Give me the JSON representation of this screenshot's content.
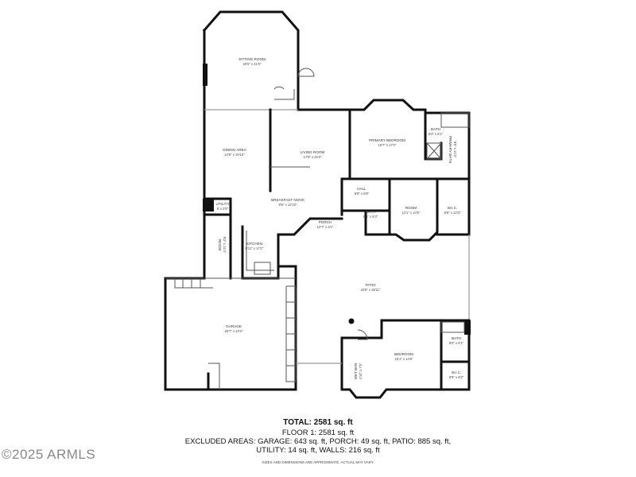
{
  "watermark": "©2025 ARMLS",
  "rooms": {
    "sitting": {
      "name": "SITTING ROOM",
      "dim": "20'5\" x 21'9\""
    },
    "dining": {
      "name": "DINING AREA",
      "dim": "14'8\" x 19'10\""
    },
    "living": {
      "name": "LIVING ROOM",
      "dim": "17'9\" x 22'3\""
    },
    "primary_bedroom": {
      "name": "PRIMARY BEDROOM",
      "dim": "16'7\" x 17'2\""
    },
    "bath1": {
      "name": "BATH",
      "dim": "5'3\" x 6'1\""
    },
    "primary_bath": {
      "name": "PRIMARY BATH",
      "dim": "9'6\" x 14'4\""
    },
    "breakfast": {
      "name": "BREAKFAST NOOK",
      "dim": "8'6\" x 12'10\""
    },
    "hall": {
      "name": "HALL",
      "dim": "8'8\" x 6'0\""
    },
    "utility": {
      "name": "UTILITY",
      "dim": "5' x 2'5\""
    },
    "bath2": {
      "name": "BATH",
      "dim": "9'4\" x 6'3\""
    },
    "porch": {
      "name": "PORCH",
      "dim": "12'7\" x 4'1\""
    },
    "room1": {
      "name": "ROOM",
      "dim": "12'1\" x 14'5\""
    },
    "wic1": {
      "name": "W.I.C.",
      "dim": "6'9\" x 12'0\""
    },
    "room2": {
      "name": "ROOM",
      "dim": "9'2\" x 14'4\""
    },
    "kitchen": {
      "name": "KITCHEN",
      "dim": "9'11\" x 17'1\""
    },
    "patio": {
      "name": "PATIO",
      "dim": "42'8\" x 28'11\""
    },
    "garage": {
      "name": "GARAGE",
      "dim": "28'7\" x 24'4\""
    },
    "bedroom": {
      "name": "BEDROOM",
      "dim": "15'1\" x 14'8\""
    },
    "bath3": {
      "name": "BATH",
      "dim": "8'0\" x 8'1\""
    },
    "wic2": {
      "name": "W.I.C.",
      "dim": "6'9\" x 6'2\""
    },
    "wetbar": {
      "name": "WET BAR",
      "dim": "4'10\" x 7'5\""
    }
  },
  "summary": {
    "total": "TOTAL: 2581 sq. ft",
    "floor1": "FLOOR 1: 2581 sq. ft",
    "excluded_line1": "EXCLUDED AREAS: GARAGE: 643 sq. ft, PORCH: 49 sq. ft, PATIO: 885 sq. ft,",
    "excluded_line2": "UTILITY: 14 sq. ft, WALLS: 216 sq. ft",
    "note": "SIZES AND DIMENSIONS ARE APPROXIMATE, ACTUAL MAY VARY."
  }
}
